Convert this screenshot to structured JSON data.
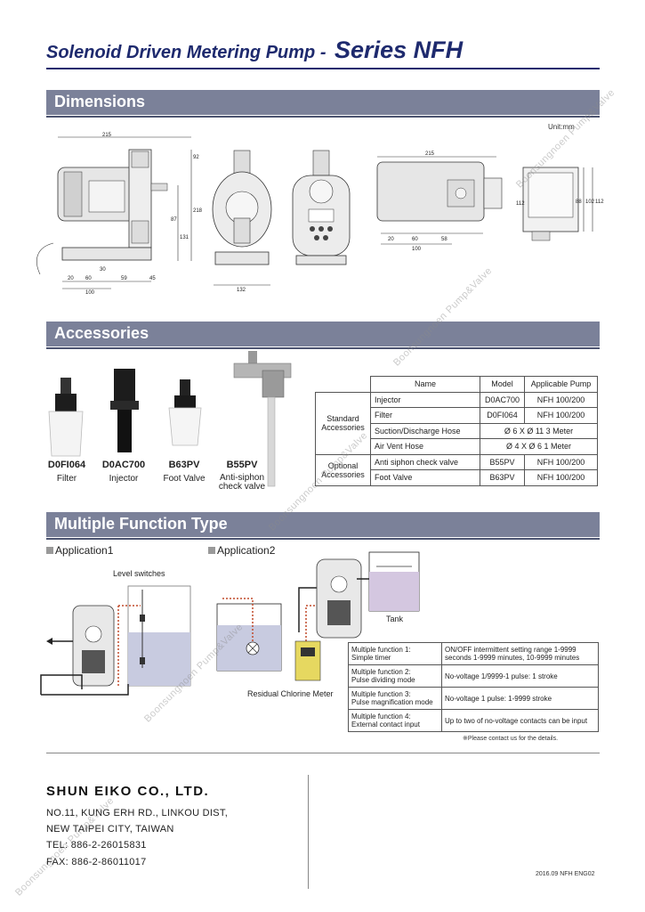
{
  "header": {
    "title_prefix": "Solenoid Driven Metering Pump - ",
    "title_series": "Series NFH"
  },
  "sections": {
    "dimensions": "Dimensions",
    "accessories": "Accessories",
    "multiple_function": "Multiple Function Type"
  },
  "dimensions": {
    "unit": "Unit:mm",
    "side_view": {
      "width": "215",
      "height_1": "92",
      "height_2": "218",
      "height_3": "87",
      "height_4": "131",
      "base_1": "20",
      "base_2": "60",
      "base_3": "100",
      "base_4": "59",
      "base_5": "45",
      "base_6": "30"
    },
    "front_view": {
      "base_width": "132"
    },
    "top_view": {
      "width": "215",
      "seg_1": "20",
      "seg_2": "60",
      "seg_3": "58",
      "seg_4": "100",
      "height_1": "112",
      "height_2": "88",
      "height_3": "102",
      "height_4": "112"
    }
  },
  "accessories": {
    "items": [
      {
        "code": "D0FI064",
        "name": "Filter"
      },
      {
        "code": "D0AC700",
        "name": "Injector"
      },
      {
        "code": "B63PV",
        "name": "Foot Valve"
      },
      {
        "code": "B55PV",
        "name": "Anti-siphon check valve"
      }
    ],
    "table": {
      "headers": [
        "Name",
        "Model",
        "Applicable Pump"
      ],
      "groups": [
        {
          "label": "Standard Accessories",
          "rows": [
            {
              "name": "Injector",
              "model": "D0AC700",
              "pump": "NFH 100/200"
            },
            {
              "name": "Filter",
              "model": "D0FI064",
              "pump": "NFH 100/200"
            },
            {
              "name": "Suction/Discharge Hose",
              "model": "Ø 6 X Ø 11   3 Meter",
              "pump": ""
            },
            {
              "name": "Air Vent Hose",
              "model": "Ø 4 X Ø 6    1 Meter",
              "pump": ""
            }
          ]
        },
        {
          "label": "Optional Accessories",
          "rows": [
            {
              "name": "Anti siphon check valve",
              "model": "B55PV",
              "pump": "NFH 100/200"
            },
            {
              "name": "Foot Valve",
              "model": "B63PV",
              "pump": "NFH 100/200"
            }
          ]
        }
      ]
    }
  },
  "multiple_function": {
    "application1": "Application1",
    "application2": "Application2",
    "level_switches": "Level switches",
    "tank": "Tank",
    "residual_chlorine_meter": "Residual Chlorine Meter",
    "functions": [
      {
        "key_1": "Multiple function 1:",
        "key_2": "Simple timer",
        "value": "ON/OFF intermittent setting range 1-9999 seconds 1-9999 minutes, 10-9999 minutes"
      },
      {
        "key_1": "Multiple function 2:",
        "key_2": "Pulse dividing mode",
        "value": "No-voltage 1/9999-1 pulse: 1 stroke"
      },
      {
        "key_1": "Multiple function 3:",
        "key_2": "Pulse magnification mode",
        "value": "No-voltage 1 pulse: 1-9999 stroke"
      },
      {
        "key_1": "Multiple function 4:",
        "key_2": "External contact input",
        "value": "Up to two of no-voltage contacts can be input"
      }
    ],
    "note": "※Please contact us for the details."
  },
  "footer": {
    "company": "SHUN EIKO CO., LTD.",
    "address_1": "NO.11, KUNG ERH RD., LINKOU DIST,",
    "address_2": "NEW TAIPEI  CITY, TAIWAN",
    "tel": "TEL: 886-2-26015831",
    "fax": "FAX: 886-2-86011017",
    "doc_code": "2016.09 NFH ENG02"
  },
  "watermark": "Boonsungnoen Pump&Valve"
}
